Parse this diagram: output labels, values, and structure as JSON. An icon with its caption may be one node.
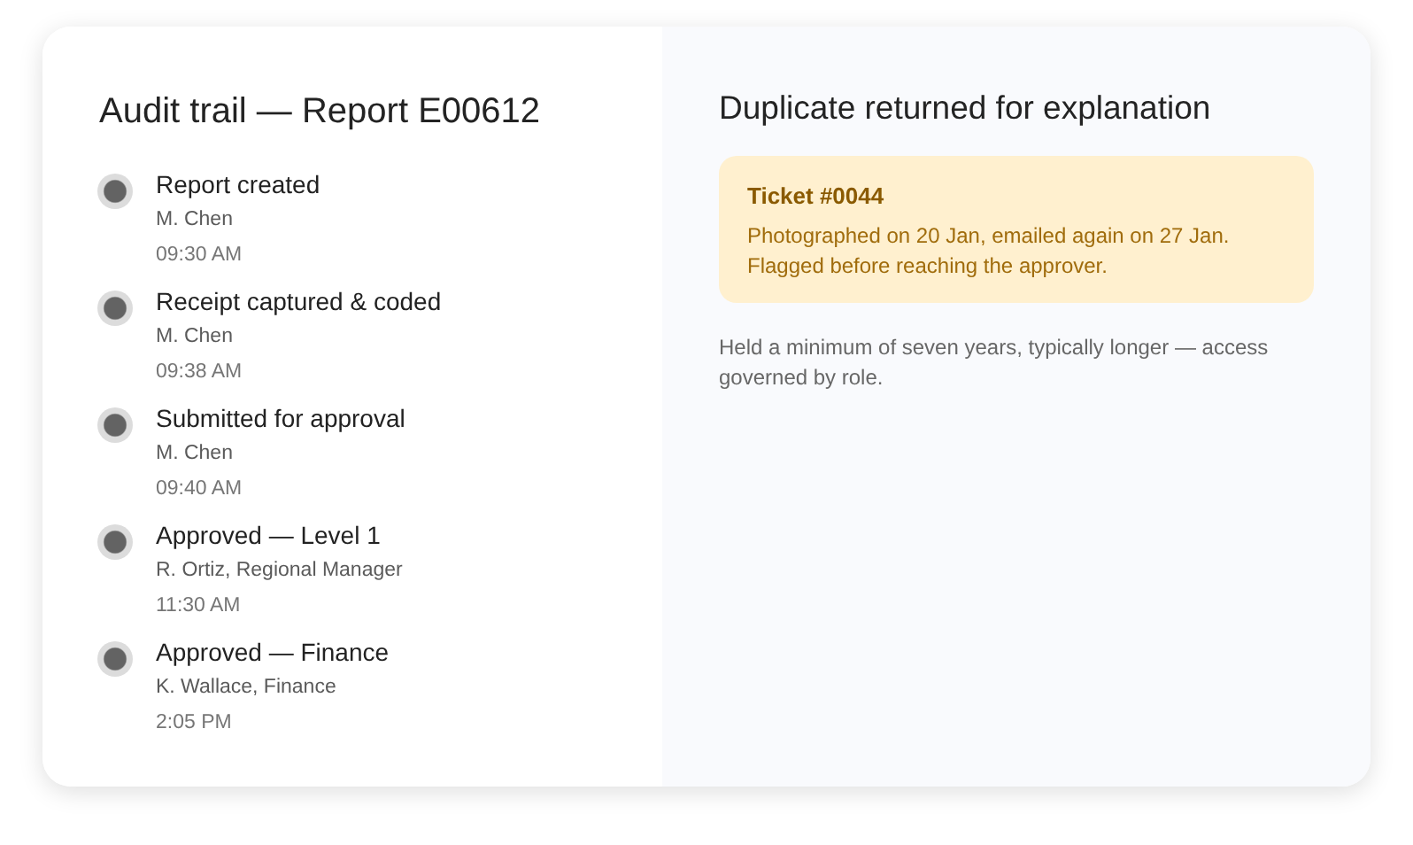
{
  "diagram": {
    "nodes": [
      {
        "text": [
          "Audit trail — Report E00612"
        ]
      },
      {
        "text": [],
        "shape": "circle",
        "in": 0,
        "beside": [
          "Report created",
          "M. Chen",
          "09:30 AM"
        ]
      },
      {
        "text": [],
        "shape": "circle",
        "in": 0,
        "beside": [
          "Receipt captured & coded",
          "M. Chen",
          "09:38 AM"
        ]
      },
      {
        "text": [],
        "shape": "circle",
        "in": 0,
        "beside": [
          "Submitted for approval",
          "M. Chen",
          "09:40 AM"
        ]
      },
      {
        "text": [],
        "shape": "circle",
        "in": 0,
        "beside": [
          "Approved — Level 1",
          "R. Ortiz, Regional Manager",
          "11:30 AM"
        ]
      },
      {
        "text": [],
        "shape": "circle",
        "in": 0,
        "beside": [
          "Approved — Finance",
          "K. Wallace, Finance",
          "2:05 PM"
        ]
      },
      {
        "text": [
          "Duplicate returned for explanation",
          "Held a minimum of seven years, typically longer — access governed by role."
        ]
      },
      {
        "text": [
          "Ticket #0044",
          "Photographed on 20 Jan, emailed again on 27 Jan. Flagged before reaching the approver."
        ],
        "in": 6
      }
    ]
  }
}
